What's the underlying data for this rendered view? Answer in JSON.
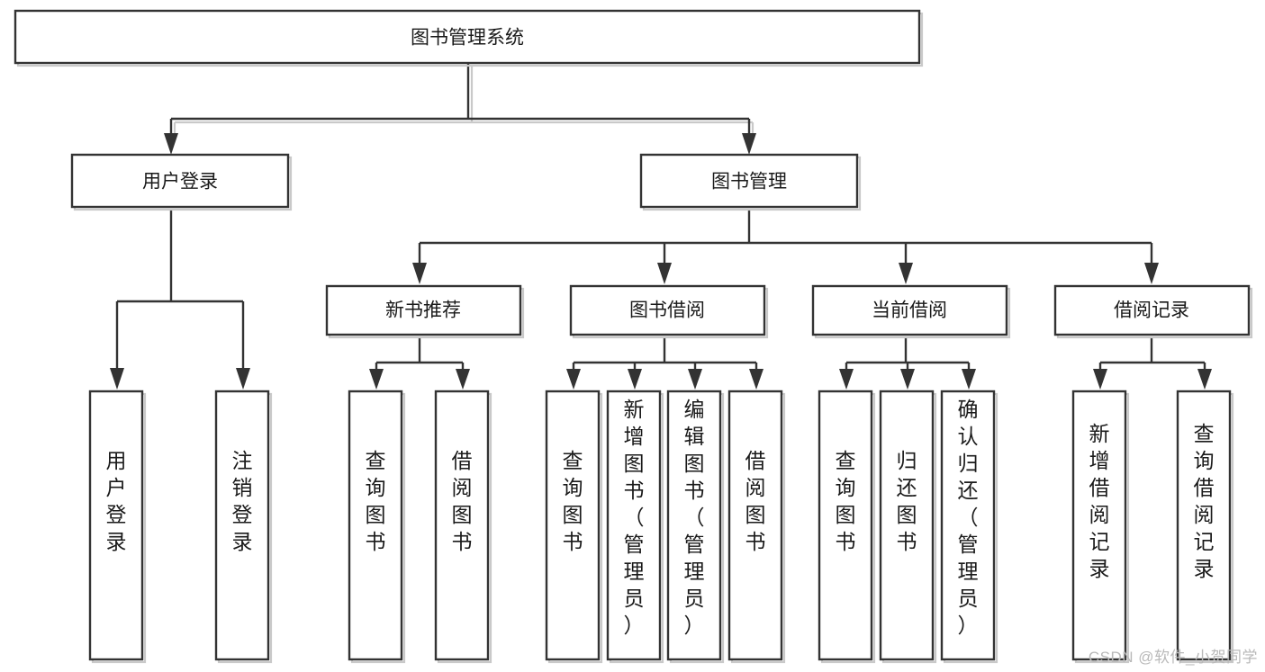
{
  "diagram": {
    "type": "tree",
    "title": "图书管理系统",
    "watermark": "CSDN @软件_小贺同学",
    "colors": {
      "box_stroke": "#333333",
      "box_fill": "#ffffff",
      "connector": "#333333",
      "shadow": "#c9c9c9",
      "text": "#1a1a1a",
      "watermark": "#b9b9b9"
    },
    "levels": {
      "level1": [
        {
          "id": "root",
          "label": "图书管理系统"
        }
      ],
      "level2": [
        {
          "id": "user-login",
          "label": "用户登录",
          "parent": "root"
        },
        {
          "id": "book-manage",
          "label": "图书管理",
          "parent": "root"
        }
      ],
      "level3": [
        {
          "id": "new-book-recommend",
          "label": "新书推荐",
          "parent": "book-manage"
        },
        {
          "id": "book-borrow",
          "label": "图书借阅",
          "parent": "book-manage"
        },
        {
          "id": "current-borrow",
          "label": "当前借阅",
          "parent": "book-manage"
        },
        {
          "id": "borrow-record",
          "label": "借阅记录",
          "parent": "book-manage"
        }
      ],
      "leaves": [
        {
          "id": "leaf-user-login",
          "label": "用户登录",
          "parent": "user-login"
        },
        {
          "id": "leaf-logout-login",
          "label": "注销登录",
          "parent": "user-login"
        },
        {
          "id": "leaf-query-book-1",
          "label": "查询图书",
          "parent": "new-book-recommend"
        },
        {
          "id": "leaf-borrow-book-1",
          "label": "借阅图书",
          "parent": "new-book-recommend"
        },
        {
          "id": "leaf-query-book-2",
          "label": "查询图书",
          "parent": "book-borrow"
        },
        {
          "id": "leaf-add-book",
          "label": "新增图书（管理员）",
          "parent": "book-borrow"
        },
        {
          "id": "leaf-edit-book",
          "label": "编辑图书（管理员）",
          "parent": "book-borrow"
        },
        {
          "id": "leaf-borrow-book-2",
          "label": "借阅图书",
          "parent": "book-borrow"
        },
        {
          "id": "leaf-query-book-3",
          "label": "查询图书",
          "parent": "current-borrow"
        },
        {
          "id": "leaf-return-book",
          "label": "归还图书",
          "parent": "current-borrow"
        },
        {
          "id": "leaf-confirm-return",
          "label": "确认归还（管理员）",
          "parent": "current-borrow"
        },
        {
          "id": "leaf-add-record",
          "label": "新增借阅记录",
          "parent": "borrow-record"
        },
        {
          "id": "leaf-query-record",
          "label": "查询借阅记录",
          "parent": "borrow-record"
        }
      ]
    }
  }
}
